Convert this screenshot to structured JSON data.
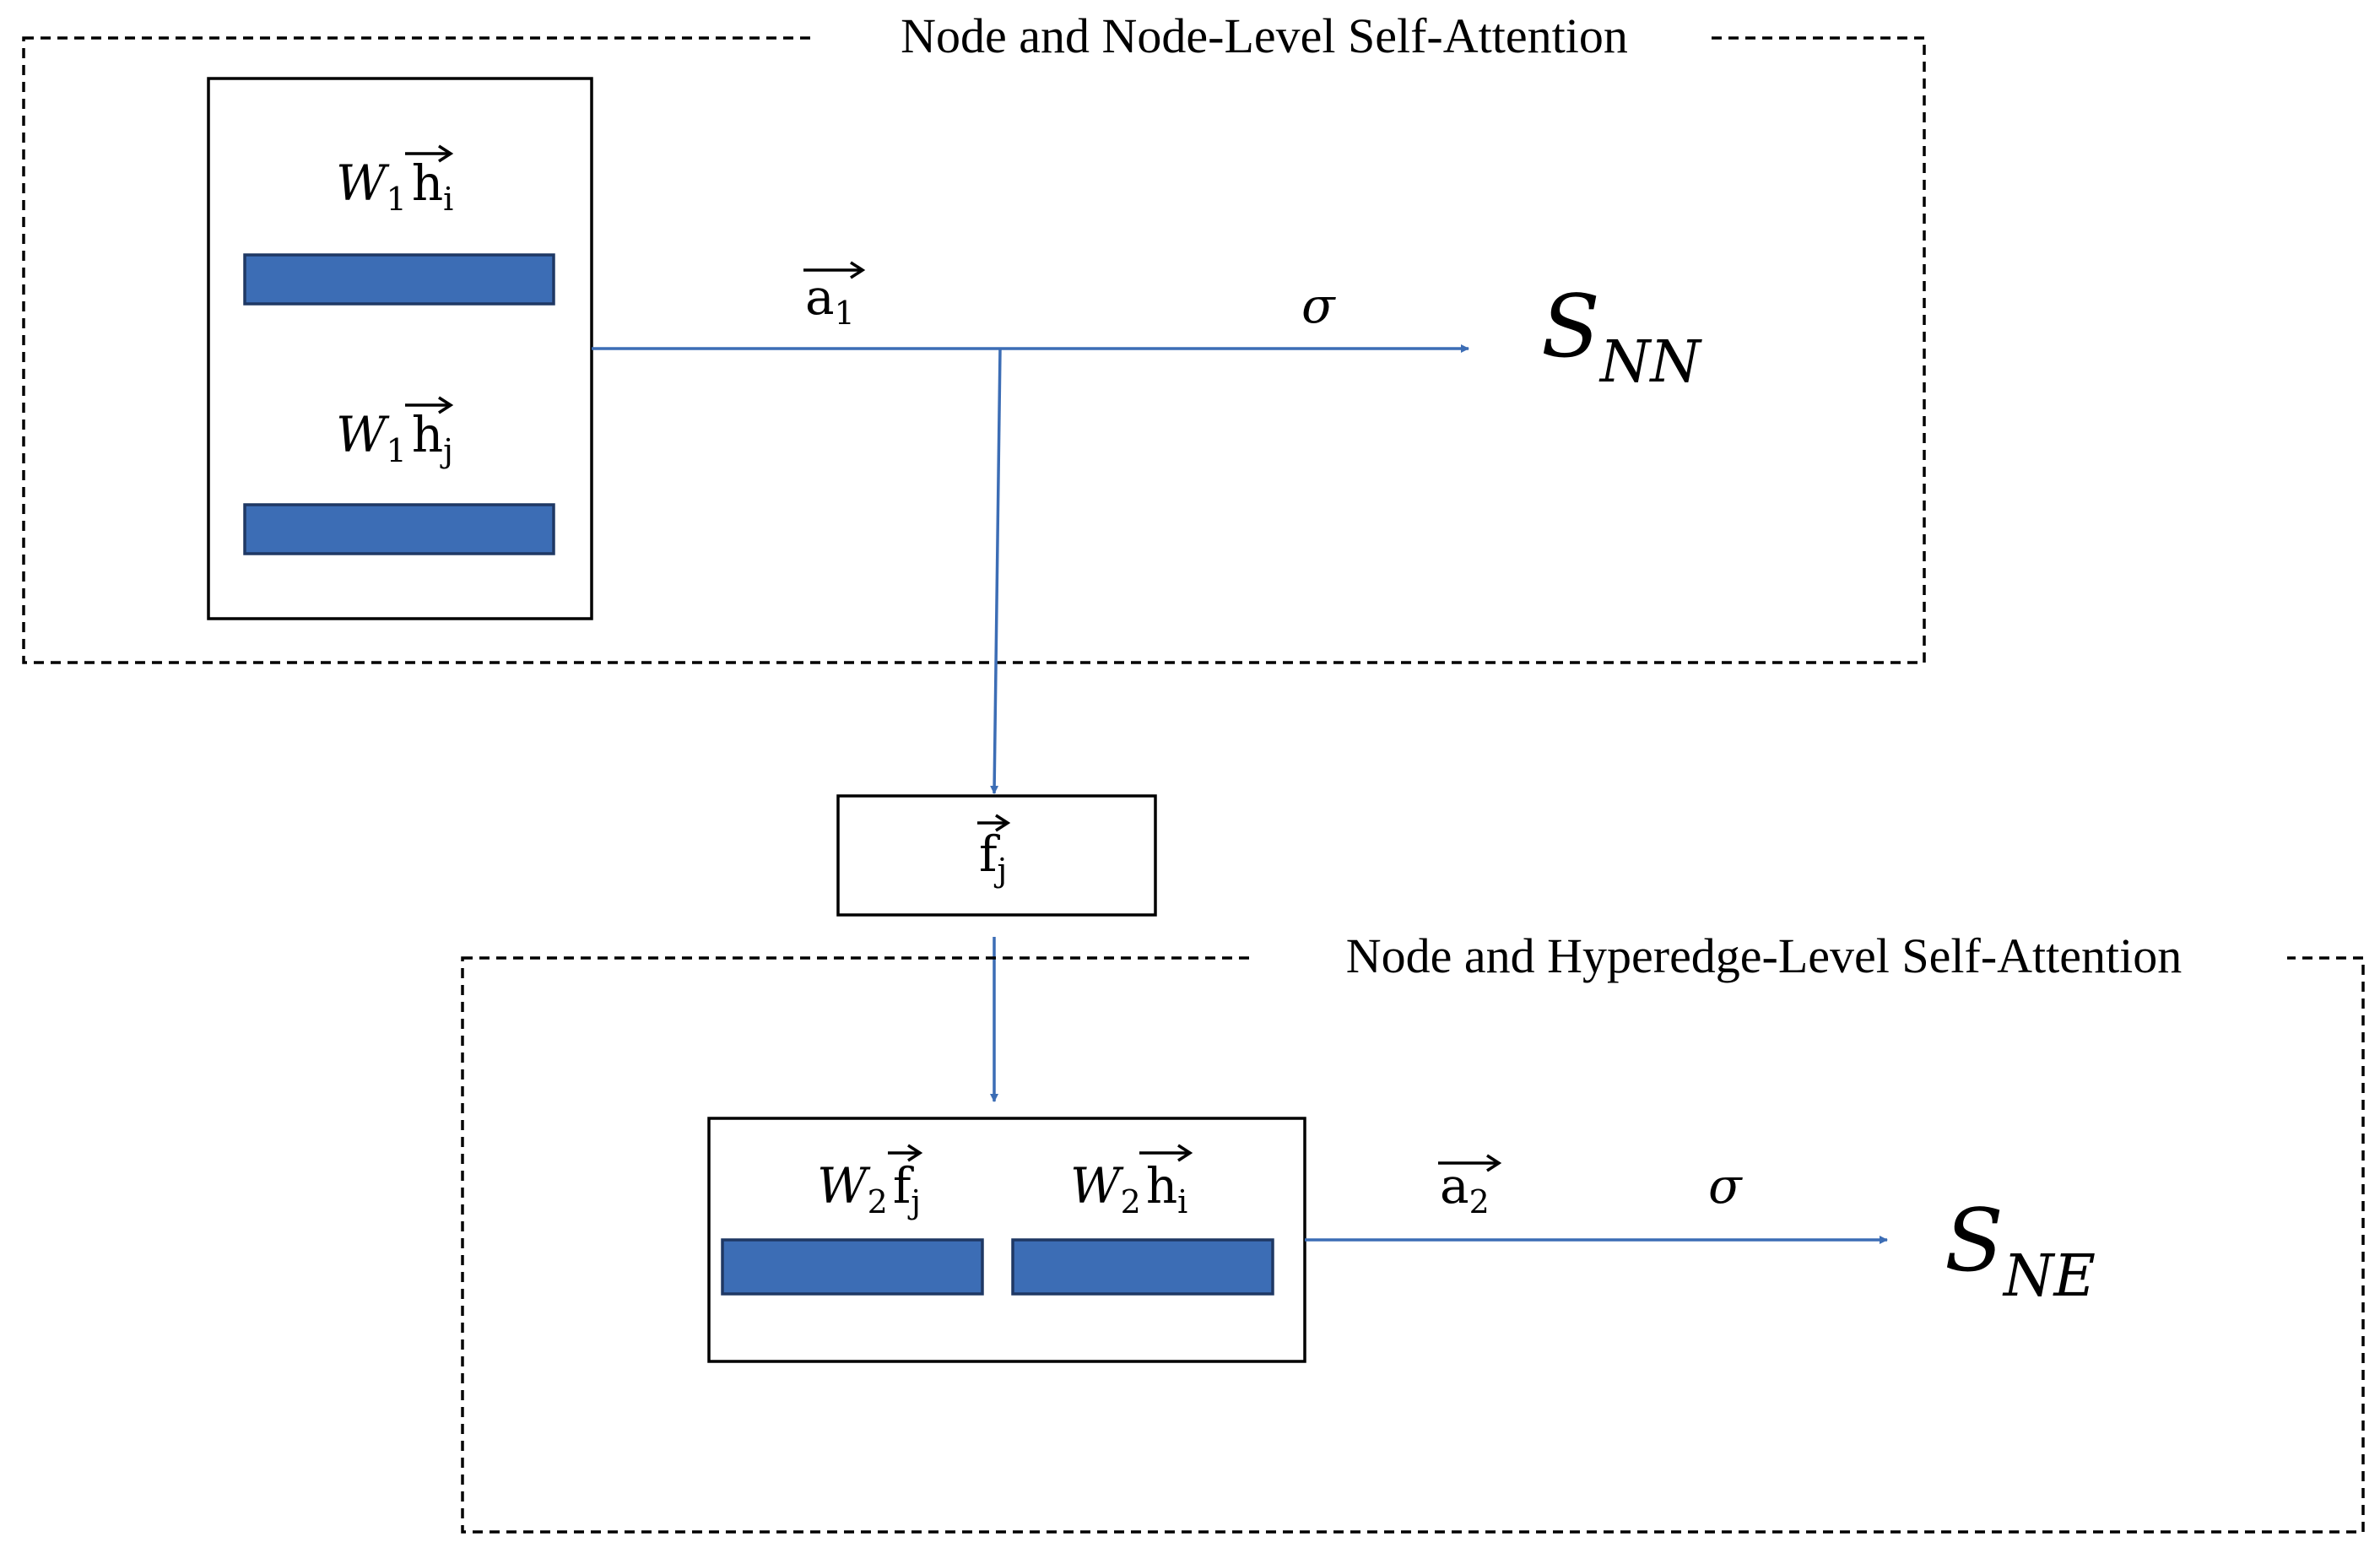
{
  "colors": {
    "accent": "#3C6DB5",
    "bar_fill": "#3C6DB5",
    "bar_border": "#1F3864",
    "stroke": "#000000",
    "background": "#ffffff"
  },
  "group_top": {
    "title": "Node and Node-Level Self-Attention",
    "vec1": {
      "base": "W",
      "sub": "1",
      "arrow": "h",
      "arrow_sub": "i"
    },
    "vec2": {
      "base": "W",
      "sub": "1",
      "arrow": "h",
      "arrow_sub": "j"
    },
    "weight": {
      "arrow": "a",
      "sub": "1"
    },
    "activation": "σ",
    "output": {
      "base": "S",
      "sub": "NN"
    }
  },
  "middle": {
    "feature": {
      "arrow": "f",
      "sub": "j"
    }
  },
  "group_bottom": {
    "title": "Node and Hyperedge-Level Self-Attention",
    "vec1": {
      "base": "W",
      "sub": "2",
      "arrow": "f",
      "arrow_sub": "j"
    },
    "vec2": {
      "base": "W",
      "sub": "2",
      "arrow": "h",
      "arrow_sub": "i"
    },
    "weight": {
      "arrow": "a",
      "sub": "2"
    },
    "activation": "σ",
    "output": {
      "base": "S",
      "sub": "NE"
    }
  }
}
